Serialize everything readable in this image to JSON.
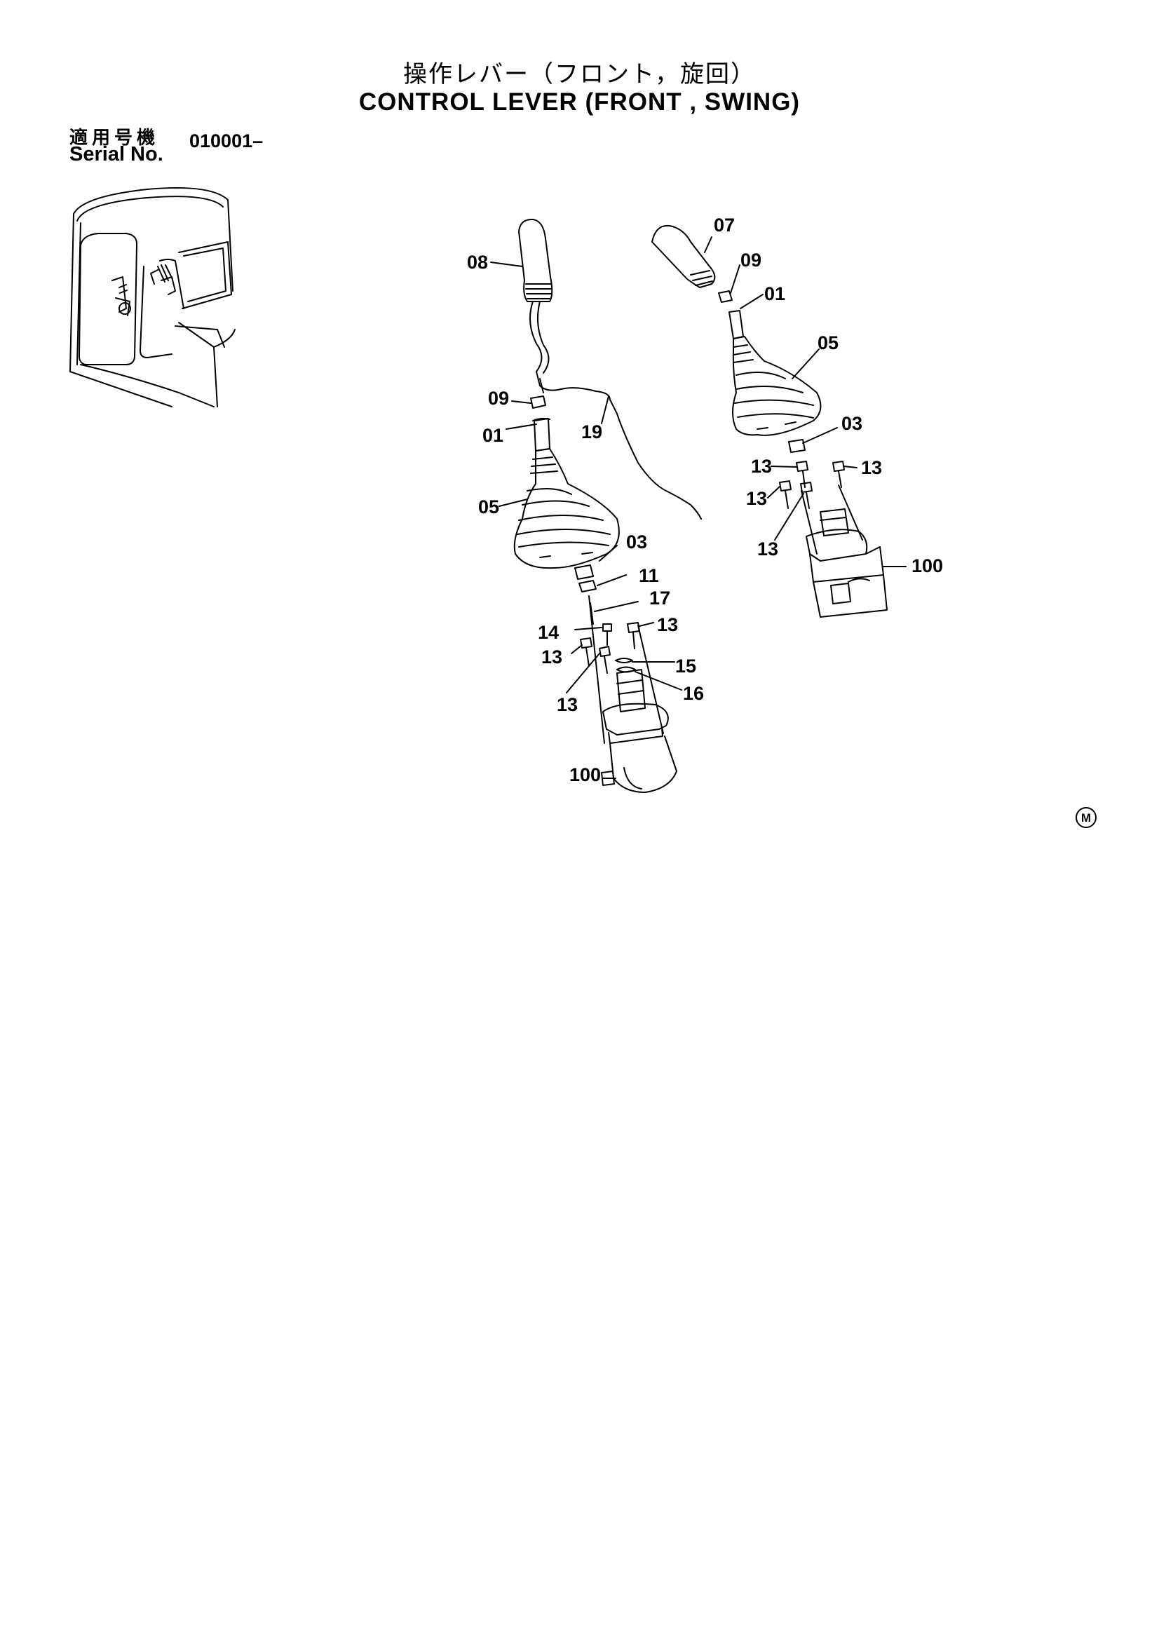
{
  "header": {
    "title_jp": "操作レバー（フロント，旋回）",
    "title_en": "CONTROL LEVER (FRONT , SWING)",
    "serial_label_jp": "適用号機",
    "serial_label_en": "Serial No.",
    "serial_value": "010001–"
  },
  "callouts": {
    "left": {
      "c08": "08",
      "c09": "09",
      "c01": "01",
      "c19": "19",
      "c05": "05",
      "c03": "03",
      "c11": "11",
      "c17": "17",
      "c14": "14",
      "c13a": "13",
      "c13b": "13",
      "c15": "15",
      "c16": "16",
      "c13c": "13",
      "c100": "100"
    },
    "right": {
      "c07": "07",
      "c09": "09",
      "c01": "01",
      "c05": "05",
      "c03": "03",
      "c13a": "13",
      "c13b": "13",
      "c13c": "13",
      "c13d": "13",
      "c100": "100"
    }
  },
  "corner_mark": "M"
}
